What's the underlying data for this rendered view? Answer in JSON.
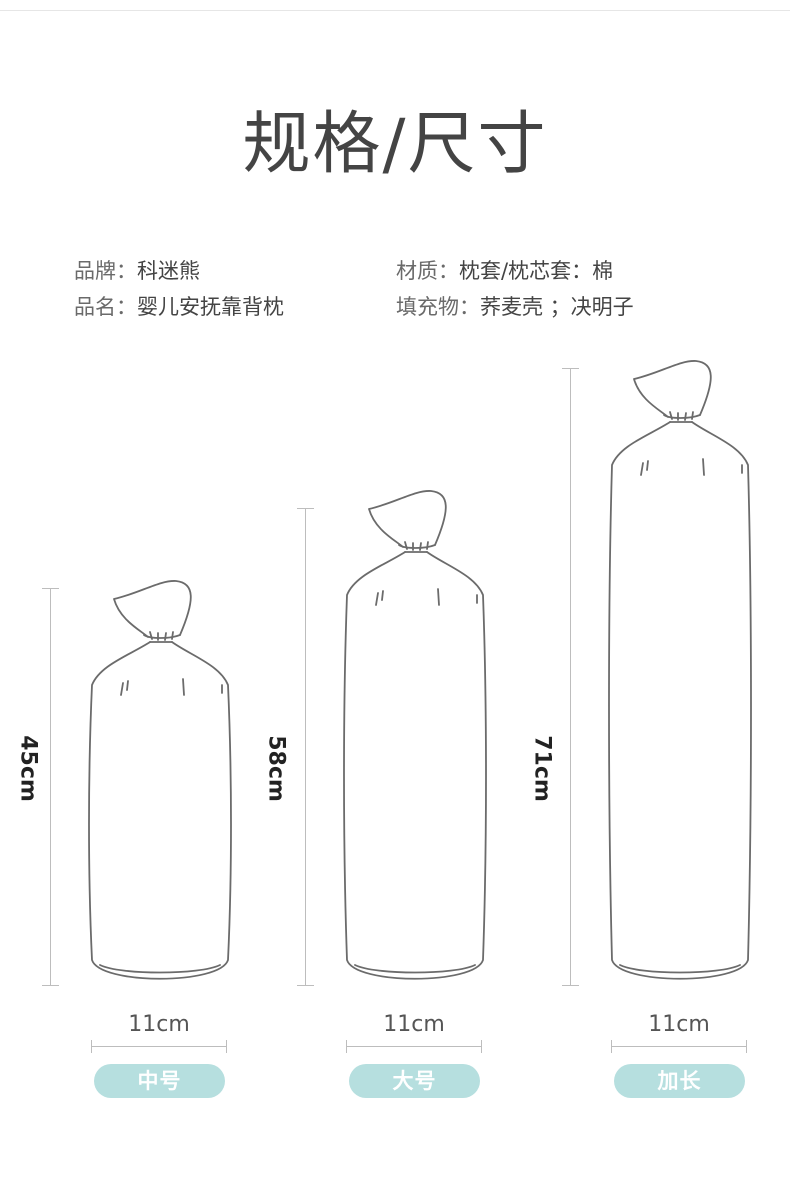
{
  "title": "规格/尺寸",
  "specs": {
    "brand_label": "品牌：",
    "brand_value": "科迷熊",
    "name_label": "品名：",
    "name_value": "婴儿安抚靠背枕",
    "material_label": "材质：",
    "material_value": "枕套/枕芯套：棉",
    "filling_label": "填充物：",
    "filling_value": "荞麦壳 ；决明子"
  },
  "sizes": [
    {
      "name": "中号",
      "height": "45cm",
      "width": "11cm"
    },
    {
      "name": "大号",
      "height": "58cm",
      "width": "11cm"
    },
    {
      "name": "加长",
      "height": "71cm",
      "width": "11cm"
    }
  ],
  "colors": {
    "badge": "#b6dfdf",
    "outline": "#6b6b6b",
    "ruler": "#bdbdbd"
  }
}
